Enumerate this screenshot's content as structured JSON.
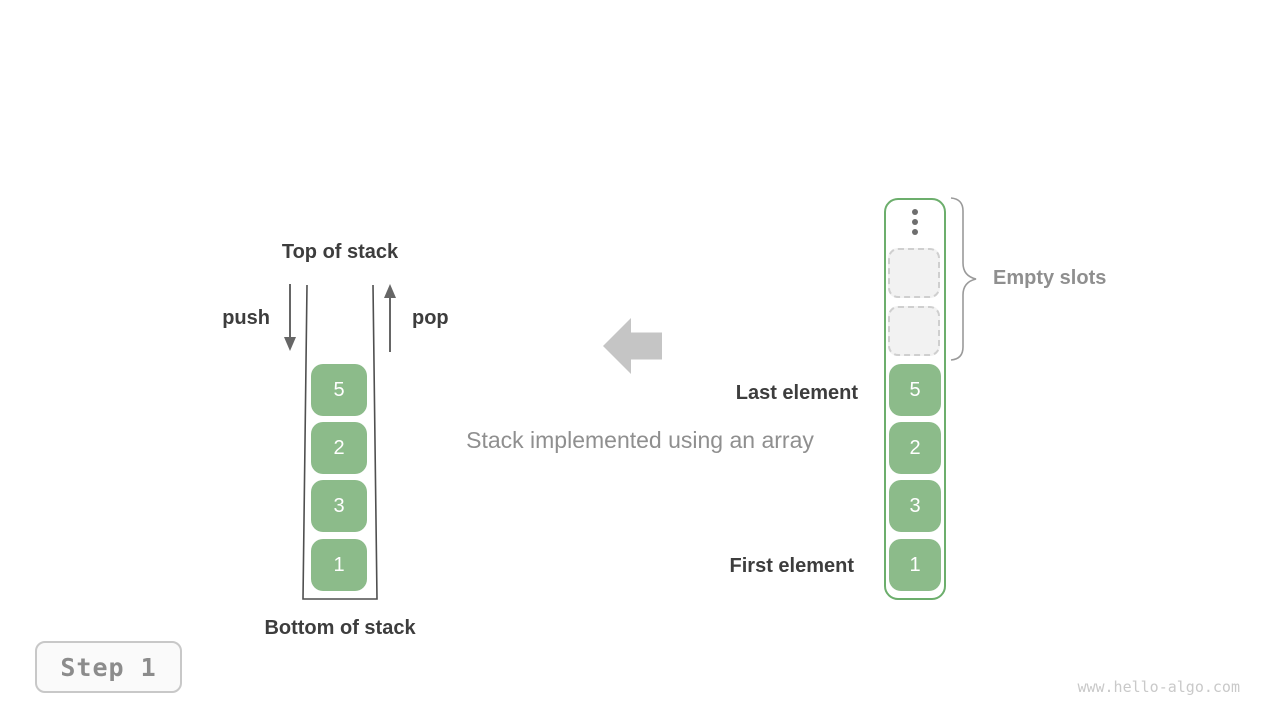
{
  "colors": {
    "cell_green": "#8cbb8a",
    "array_border_green": "#6cae6c",
    "dark_text": "#3d3d3d",
    "gray_text": "#8f8f8f",
    "big_arrow_gray": "#c5c5c5",
    "empty_slot_bg": "#f2f2f2",
    "empty_slot_border": "#cfcfcf",
    "badge_text": "#8c8c8c",
    "watermark_text": "#c9c9c9"
  },
  "stack_diagram": {
    "top_label": "Top of stack",
    "bottom_label": "Bottom of stack",
    "push_label": "push",
    "pop_label": "pop",
    "cells": [
      "5",
      "2",
      "3",
      "1"
    ]
  },
  "caption": "Stack implemented using an array",
  "array_diagram": {
    "ellipsis_icon": "vertical-dots",
    "empty_slots_count": 2,
    "empty_slots_label": "Empty slots",
    "last_element_label": "Last element",
    "first_element_label": "First element",
    "cells": [
      "5",
      "2",
      "3",
      "1"
    ]
  },
  "step_badge": {
    "label": "Step 1"
  },
  "watermark": "www.hello-algo.com"
}
